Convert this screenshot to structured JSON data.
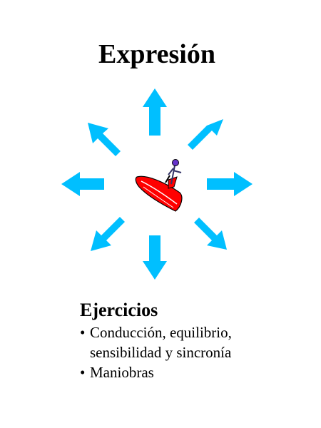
{
  "slide": {
    "title": "Expresión",
    "section_heading": "Ejercicios",
    "bullet_symbol": "•",
    "bullets": [
      {
        "lines": [
          "Conducción, equilibrio,",
          "sensibilidad y sincronía"
        ]
      },
      {
        "lines": [
          "Maniobras"
        ]
      }
    ]
  },
  "graphic": {
    "arrow_color": "#00bfff",
    "arrow_count": 8,
    "arrow_directions": [
      "up",
      "up-right",
      "right",
      "down-right",
      "down",
      "down-left",
      "left",
      "up-left"
    ],
    "centerpiece": "jet-ski-rider-icon",
    "centerpiece_color": "#ff0000"
  }
}
